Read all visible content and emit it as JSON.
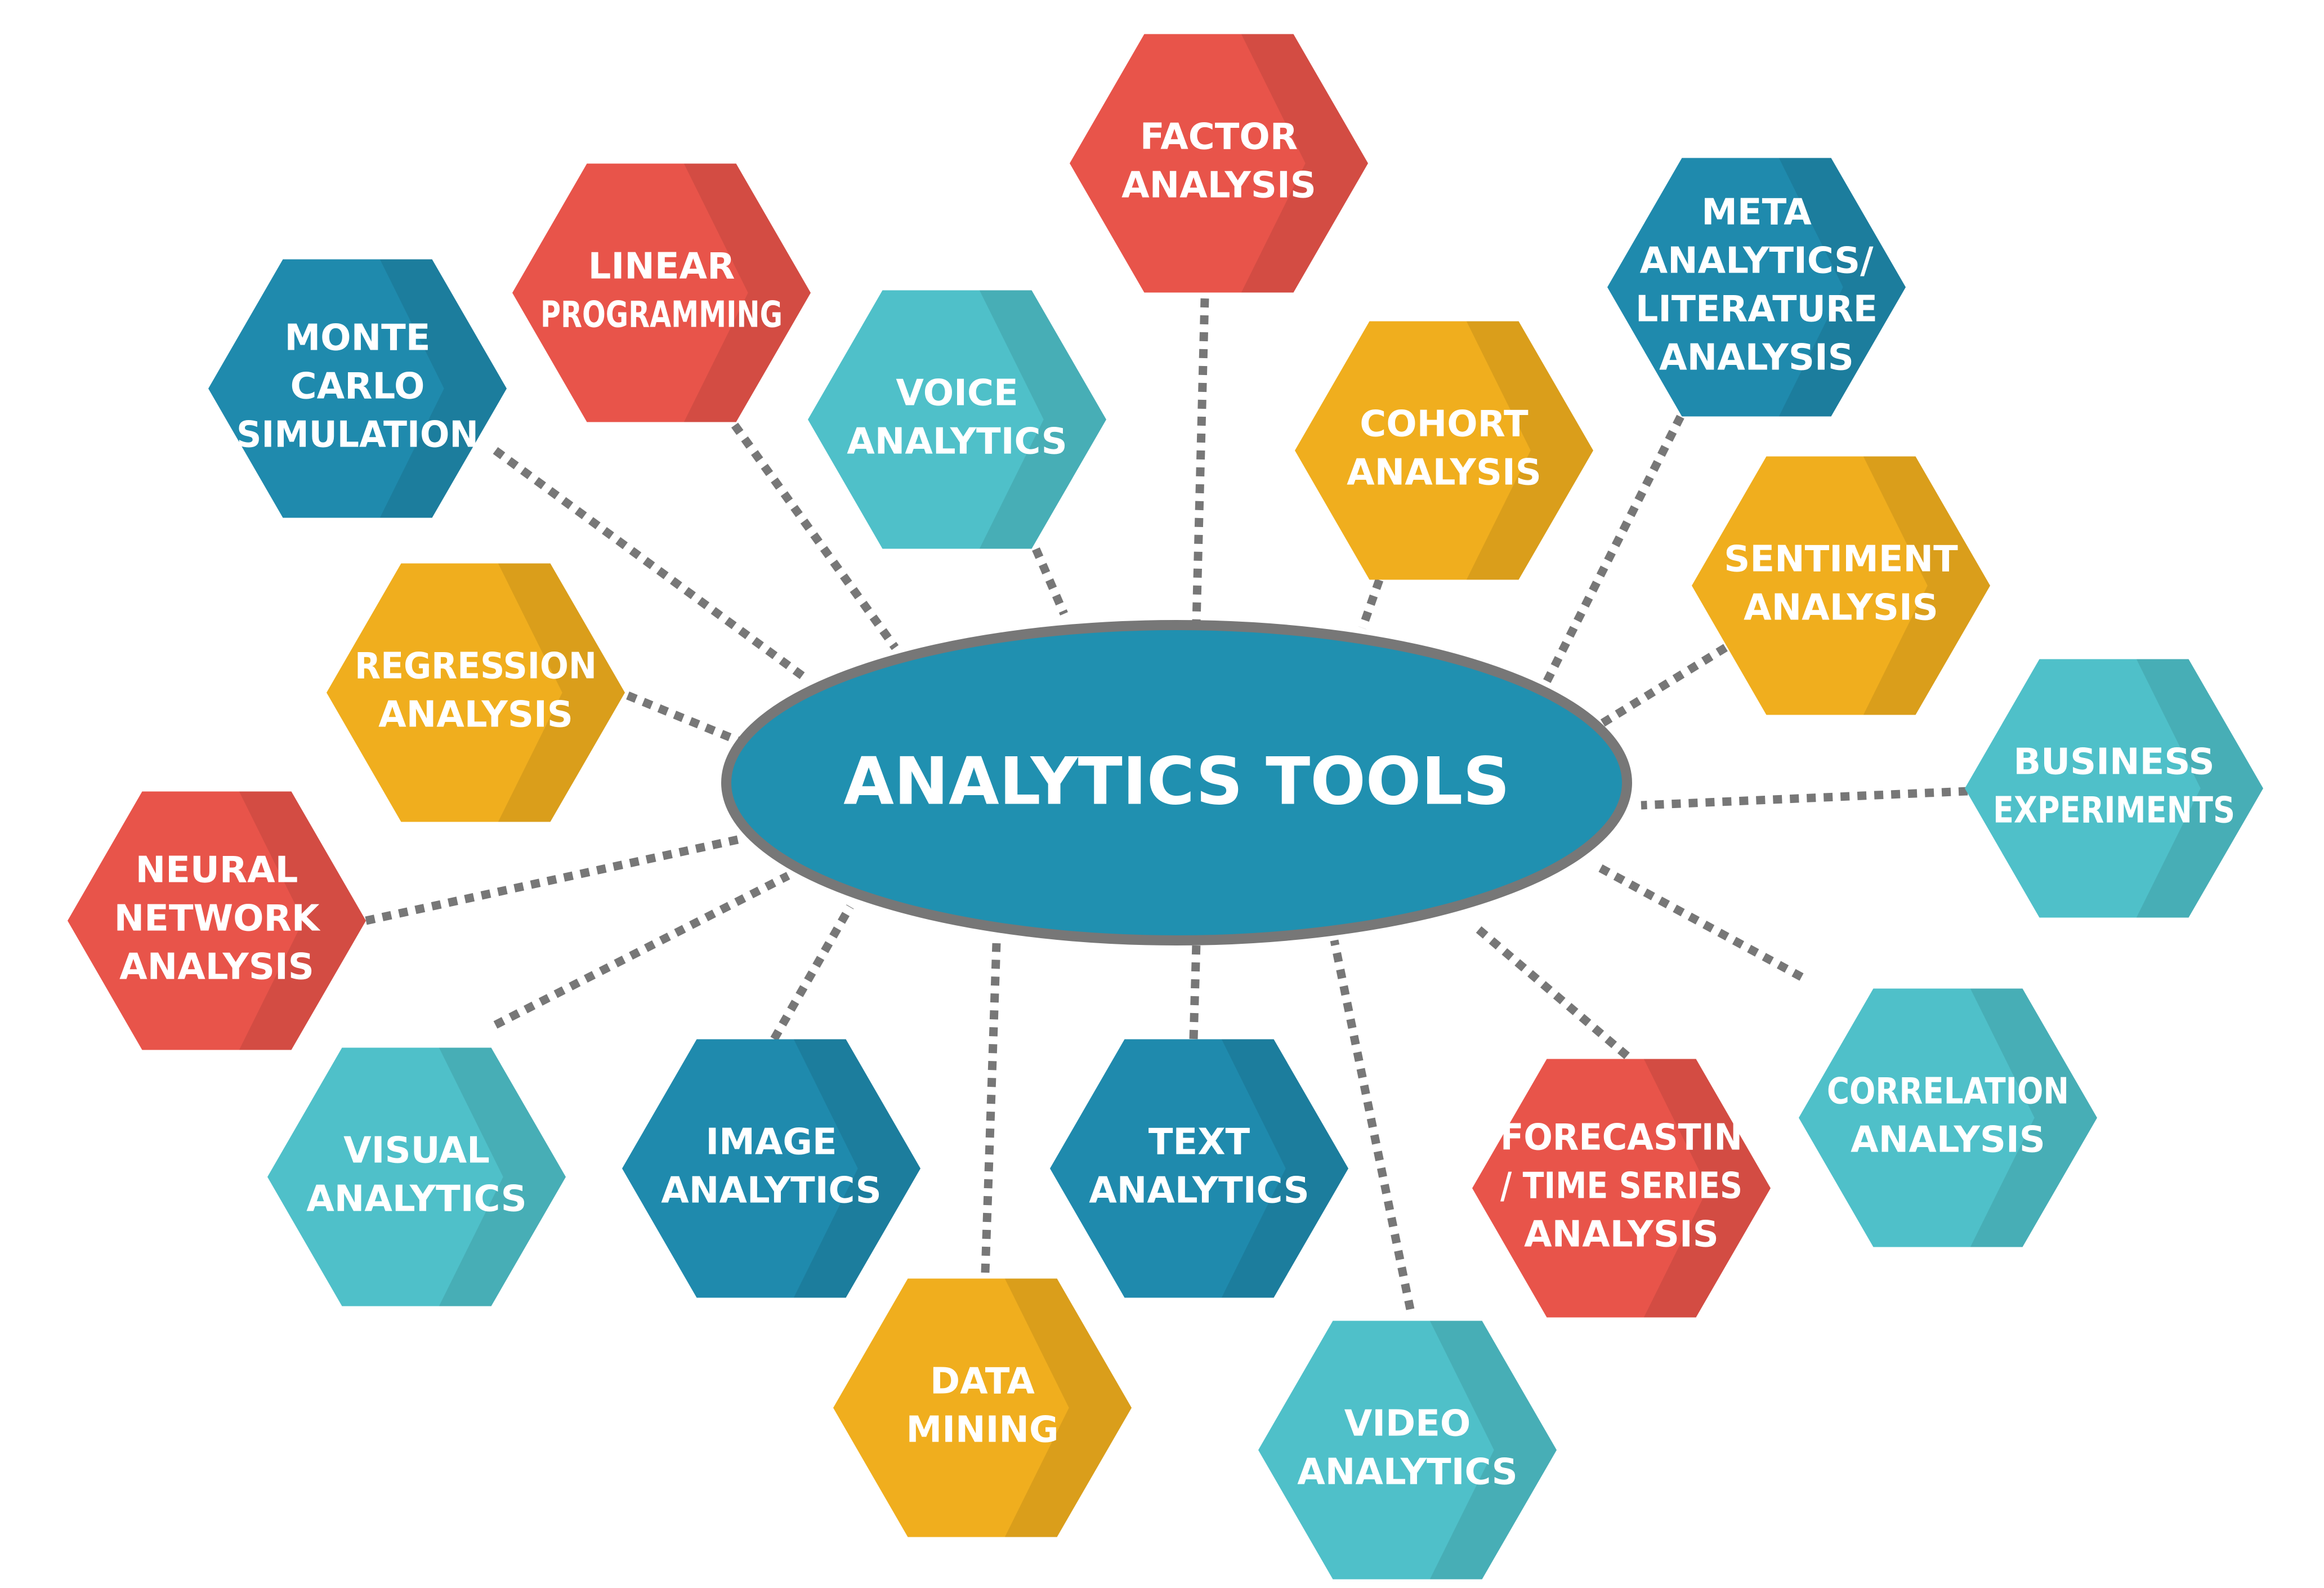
{
  "colors": {
    "red": "#E8544A",
    "yellow": "#F0AE1E",
    "teal": "#4FC0C9",
    "blue": "#1F8AAD",
    "hub_fill": "#2090B0",
    "hub_stroke": "#777777"
  },
  "center": {
    "label": "ANALYTICS TOOLS"
  },
  "nodes": [
    {
      "id": "factor-analysis",
      "lines": [
        "FACTOR",
        "ANALYSIS"
      ],
      "color": "red"
    },
    {
      "id": "linear-programming",
      "lines": [
        "LINEAR",
        "PROGRAMMING"
      ],
      "color": "red"
    },
    {
      "id": "monte-carlo-simulation",
      "lines": [
        "MONTE",
        "CARLO",
        "SIMULATION"
      ],
      "color": "blue"
    },
    {
      "id": "voice-analytics",
      "lines": [
        "VOICE",
        "ANALYTICS"
      ],
      "color": "teal"
    },
    {
      "id": "cohort-analysis",
      "lines": [
        "COHORT",
        "ANALYSIS"
      ],
      "color": "yellow"
    },
    {
      "id": "meta-analytics",
      "lines": [
        "META",
        "ANALYTICS/",
        "LITERATURE",
        "ANALYSIS"
      ],
      "color": "blue"
    },
    {
      "id": "sentiment-analysis",
      "lines": [
        "SENTIMENT",
        "ANALYSIS"
      ],
      "color": "yellow"
    },
    {
      "id": "regression-analysis",
      "lines": [
        "REGRESSION",
        "ANALYSIS"
      ],
      "color": "yellow"
    },
    {
      "id": "business-experiments",
      "lines": [
        "BUSINESS",
        "EXPERIMENTS"
      ],
      "color": "teal"
    },
    {
      "id": "neural-network-analysis",
      "lines": [
        "NEURAL",
        "NETWORK",
        "ANALYSIS"
      ],
      "color": "red"
    },
    {
      "id": "correlation-analysis",
      "lines": [
        "CORRELATION",
        "ANALYSIS"
      ],
      "color": "teal"
    },
    {
      "id": "visual-analytics",
      "lines": [
        "VISUAL",
        "ANALYTICS"
      ],
      "color": "teal"
    },
    {
      "id": "image-analytics",
      "lines": [
        "IMAGE",
        "ANALYTICS"
      ],
      "color": "blue"
    },
    {
      "id": "text-analytics",
      "lines": [
        "TEXT",
        "ANALYTICS"
      ],
      "color": "blue"
    },
    {
      "id": "forecasting-time-series",
      "lines": [
        "FORECASTIN",
        "/ TIME SERIES",
        "ANALYSIS"
      ],
      "color": "red"
    },
    {
      "id": "data-mining",
      "lines": [
        "DATA",
        "MINING"
      ],
      "color": "yellow"
    },
    {
      "id": "video-analytics",
      "lines": [
        "VIDEO",
        "ANALYTICS"
      ],
      "color": "teal"
    }
  ]
}
